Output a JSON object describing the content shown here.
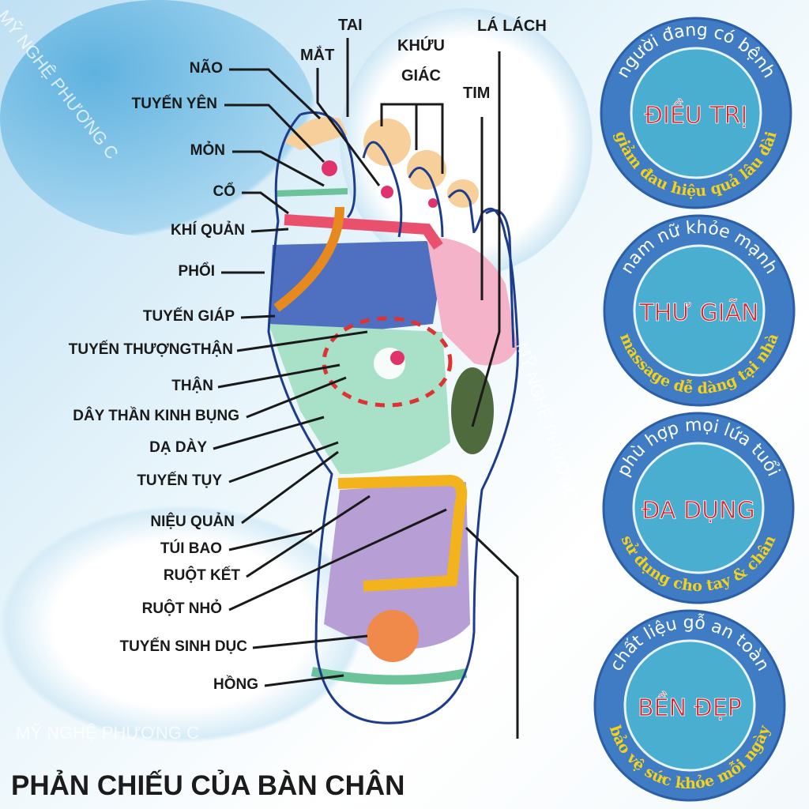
{
  "title": "PHẢN CHIẾU CỦA BÀN CHÂN",
  "watermark": "MỸ NGHỆ PHƯƠNG C",
  "left_labels": [
    "NÃO",
    "TUYẾN YÊN",
    "MỎN",
    "CỔ",
    "KHÍ QUẢN",
    "PHỔI",
    "TUYẾN GIÁP",
    "TUYẾN THƯỢNGTHẬN",
    "THẬN",
    "DÂY THẦN KINH BỤNG",
    "DẠ DÀY",
    "TUYẾN TỤY",
    "NIỆU QUẢN",
    "TÚI BAO",
    "RUỘT KẾT",
    "RUỘT NHỎ",
    "TUYẾN SINH DỤC",
    "HỒNG"
  ],
  "top_labels": {
    "tai": "TAI",
    "mat": "MẮT",
    "khuu": "KHỨU",
    "giac": "GIÁC",
    "tim": "TIM",
    "la_lach": "LÁ LÁCH"
  },
  "badges": [
    {
      "top": "người đang có bệnh",
      "center": "ĐIỀU TRỊ",
      "bottom": "giảm đau hiệu quả lâu dài"
    },
    {
      "top": "nam nữ khỏe mạnh",
      "center": "THƯ GIÃN",
      "bottom": "massage dễ dàng tại nhà"
    },
    {
      "top": "phù hợp mọi lứa tuổi",
      "center": "ĐA DỤNG",
      "bottom": "sử dụng cho tay & chân"
    },
    {
      "top": "chất liệu gỗ an toàn",
      "center": "BỀN ĐẸP",
      "bottom": "bảo vệ sức khỏe mỗi ngày"
    }
  ],
  "colors": {
    "badge_ring": "#3f7cc4",
    "badge_inner": "#4aaed0",
    "badge_center_text": "#d8262e",
    "badge_bottom_text": "#f5d21a",
    "foot_outline": "#1e3c8c"
  }
}
